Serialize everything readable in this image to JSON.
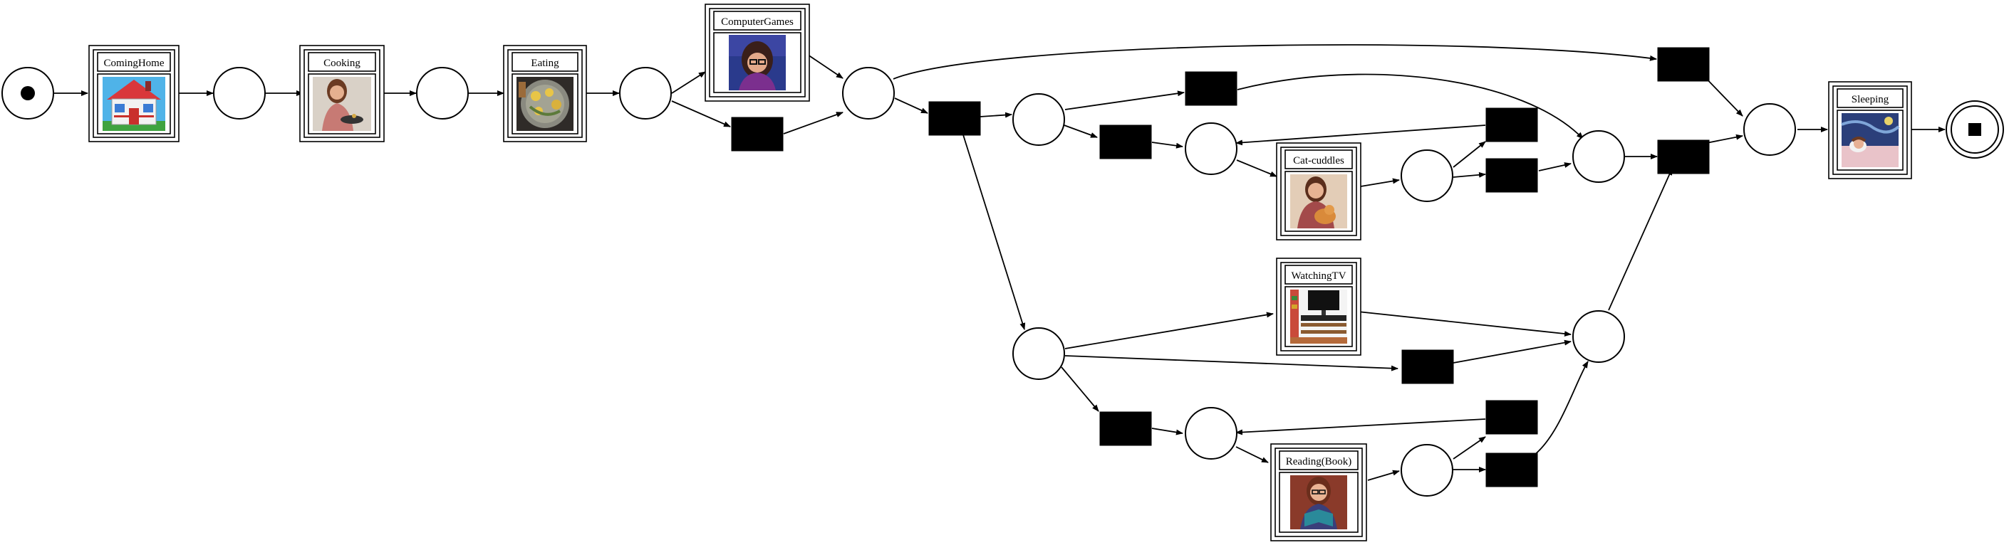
{
  "colors": {
    "ink": "#000000",
    "paper": "#ffffff"
  },
  "activities": {
    "coming_home": "ComingHome",
    "cooking": "Cooking",
    "eating": "Eating",
    "computer_games": "ComputerGames",
    "cat_cuddles": "Cat-cuddles",
    "watching_tv": "WatchingTV",
    "reading_book": "Reading(Book)",
    "sleeping": "Sleeping"
  },
  "icons": {
    "start": "filled-dot-icon",
    "end": "filled-square-icon",
    "coming_home": "house-icon",
    "cooking": "woman-cooking-icon",
    "eating": "plate-of-food-icon",
    "computer_games": "woman-gaming-icon",
    "cat_cuddles": "woman-with-cat-icon",
    "watching_tv": "tv-cabinet-icon",
    "reading_book": "woman-reading-icon",
    "sleeping": "woman-sleeping-icon"
  }
}
